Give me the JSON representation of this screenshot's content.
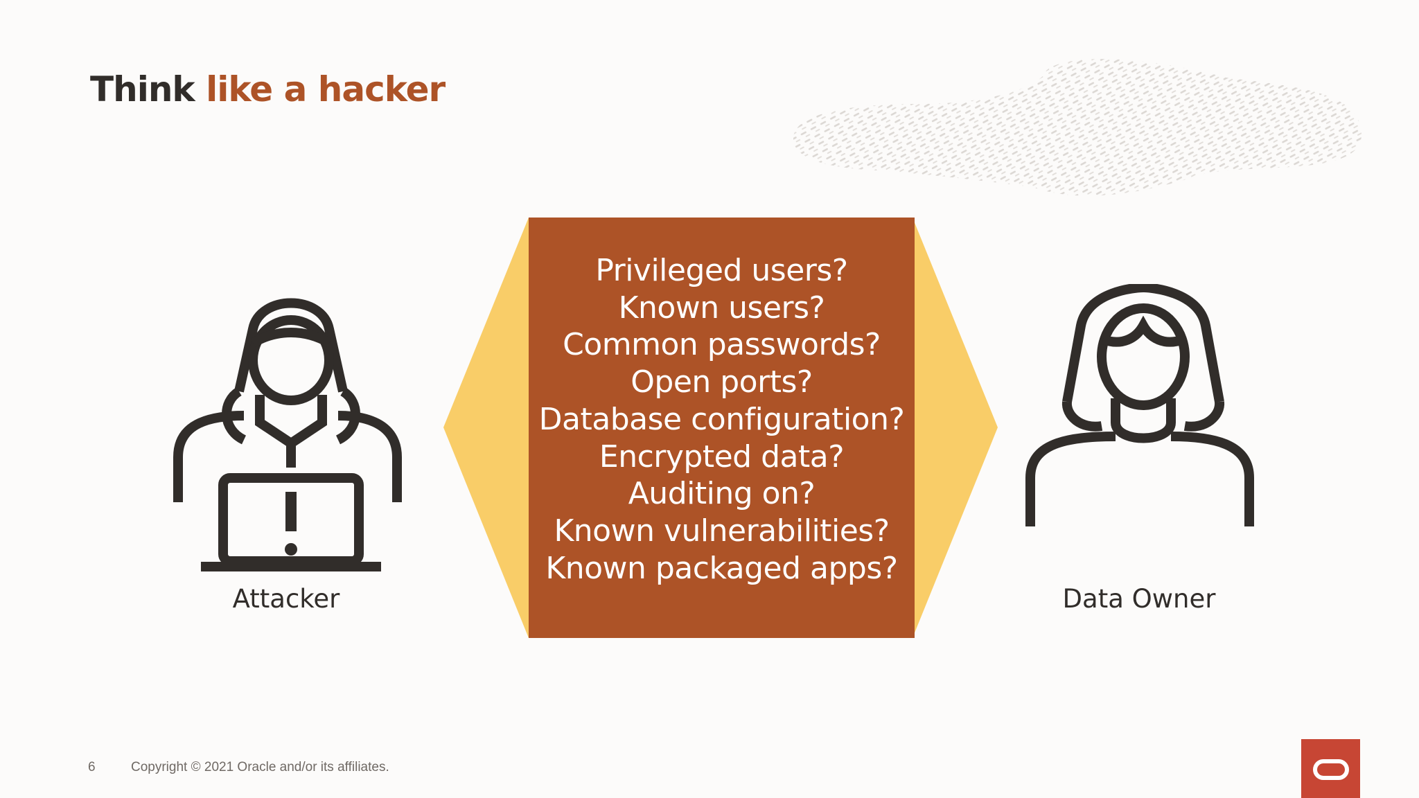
{
  "slide": {
    "title_part1": "Think ",
    "title_part2": "like a hacker",
    "questions": [
      "Privileged users?",
      "Known users?",
      "Common passwords?",
      "Open ports?",
      "Database configuration?",
      "Encrypted data?",
      "Auditing on?",
      "Known vulnerabilities?",
      "Known packaged apps?"
    ],
    "left_persona_label": "Attacker",
    "right_persona_label": "Data Owner",
    "page_number": "6",
    "copyright": "Copyright © 2021 Oracle and/or its affiliates."
  },
  "icons": {
    "left": "hooded-hacker-laptop-icon",
    "right": "person-long-hair-icon",
    "logo": "oracle-logo-icon"
  },
  "colors": {
    "background": "#fcfbfa",
    "title_dark": "#312d2a",
    "accent": "#ad5327",
    "hexagon_yellow": "#f9cd68",
    "logo_red": "#c74634",
    "footer_gray": "#6f6964"
  }
}
